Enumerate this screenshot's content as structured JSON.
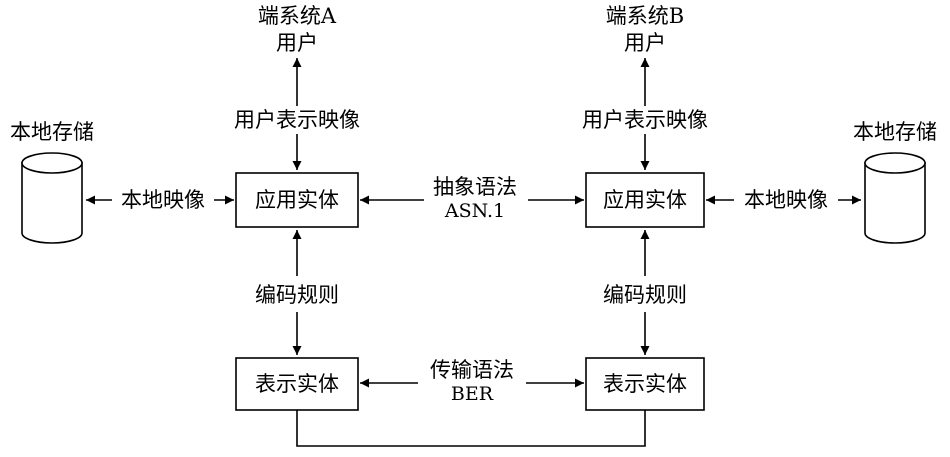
{
  "end_system_a": {
    "title": "端系统A",
    "user": "用户",
    "user_mapping": "用户表示映像",
    "app_entity": "应用实体",
    "encoding_rules": "编码规则",
    "pres_entity": "表示实体",
    "local_storage": "本地存储",
    "local_mapping": "本地映像"
  },
  "end_system_b": {
    "title": "端系统B",
    "user": "用户",
    "user_mapping": "用户表示映像",
    "app_entity": "应用实体",
    "encoding_rules": "编码规则",
    "pres_entity": "表示实体",
    "local_storage": "本地存储",
    "local_mapping": "本地映像"
  },
  "abstract_syntax": {
    "label": "抽象语法",
    "name": "ASN.1"
  },
  "transfer_syntax": {
    "label": "传输语法",
    "name": "BER"
  }
}
